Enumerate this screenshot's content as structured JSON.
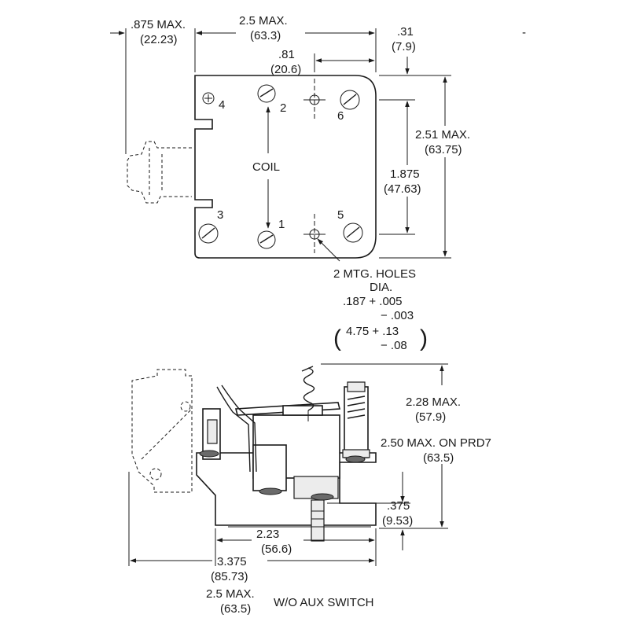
{
  "top_view": {
    "width_max": ".875 MAX.",
    "width_max_mm": "(22.23)",
    "length_max": "2.5 MAX.",
    "length_max_mm": "(63.3)",
    "corner_offset": ".31",
    "corner_offset_mm": "(7.9)",
    "hole_offset": ".81",
    "hole_offset_mm": "(20.6)",
    "height_max": "2.51 MAX.",
    "height_max_mm": "(63.75)",
    "hole_spacing": "1.875",
    "hole_spacing_mm": "(47.63)",
    "coil_label": "COIL",
    "terminal_1": "1",
    "terminal_2": "2",
    "terminal_3": "3",
    "terminal_4": "4",
    "terminal_5": "5",
    "terminal_6": "6",
    "holes_label_1": "2 MTG. HOLES",
    "holes_label_2": "DIA.",
    "hole_dia": ".187 + .005",
    "hole_dia_minus": "− .003",
    "hole_dia_mm": "4.75 + .13",
    "hole_dia_mm_minus": "− .08",
    "paren_open": "(",
    "paren_close": ")",
    "dash_mark": "-"
  },
  "side_view": {
    "height_max": "2.28 MAX.",
    "height_max_mm": "(57.9)",
    "height_prd7": "2.50 MAX. ON PRD7",
    "height_prd7_mm": "(63.5)",
    "stud_length": ".375",
    "stud_length_mm": "(9.53)",
    "base_width": "2.23",
    "base_width_mm": "(56.6)",
    "overall_width": "3.375",
    "overall_width_mm": "(85.73)",
    "no_aux_width": "2.5 MAX.",
    "no_aux_width_mm": "(63.5)",
    "no_aux_label": "W/O AUX SWITCH"
  }
}
